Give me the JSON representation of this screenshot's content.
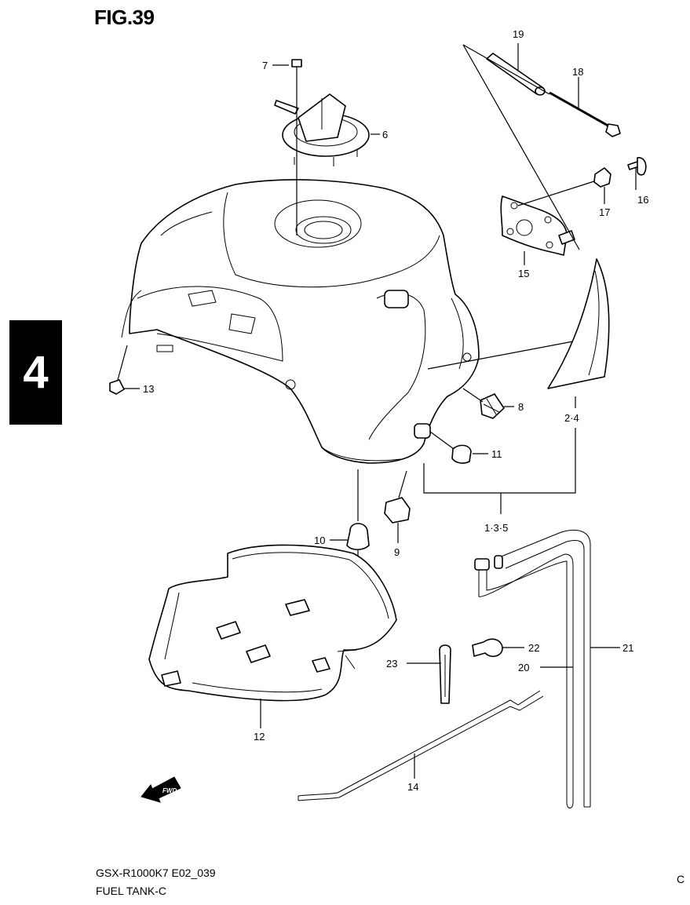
{
  "figure": {
    "title": "FIG.39",
    "section_tab": "4"
  },
  "footer": {
    "model_code": "GSX-R1000K7 E02_039",
    "part_name": "FUEL TANK-C",
    "page_mark": "C"
  },
  "fwd_mark": "FWD",
  "callouts": {
    "c1": "7",
    "c2": "6",
    "c3": "19",
    "c4": "18",
    "c5": "16",
    "c6": "17",
    "c7": "15",
    "c8": "13",
    "c9": "8",
    "c10": "2·4",
    "c11": "11",
    "c12": "1·3·5",
    "c13": "10",
    "c14": "9",
    "c15": "22",
    "c16": "21",
    "c17": "23",
    "c18": "20",
    "c19": "12",
    "c20": "14"
  }
}
